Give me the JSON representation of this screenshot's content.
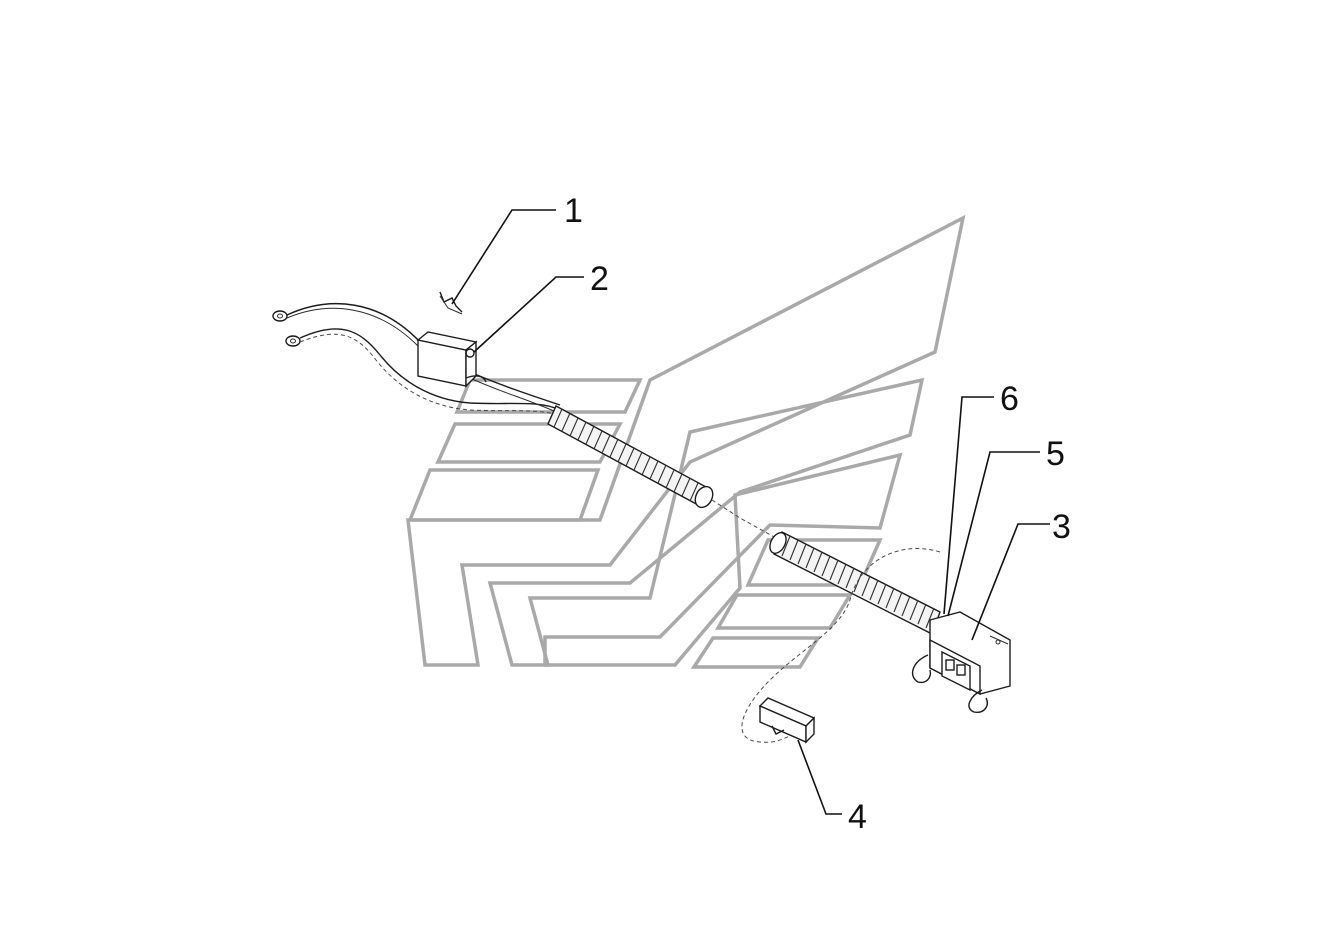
{
  "callouts": {
    "c1": "1",
    "c2": "2",
    "c3": "3",
    "c4": "4",
    "c5": "5",
    "c6": "6"
  },
  "colors": {
    "emblem": "#a9a9a9",
    "ink": "#1c1c1c",
    "background": "#ffffff"
  }
}
